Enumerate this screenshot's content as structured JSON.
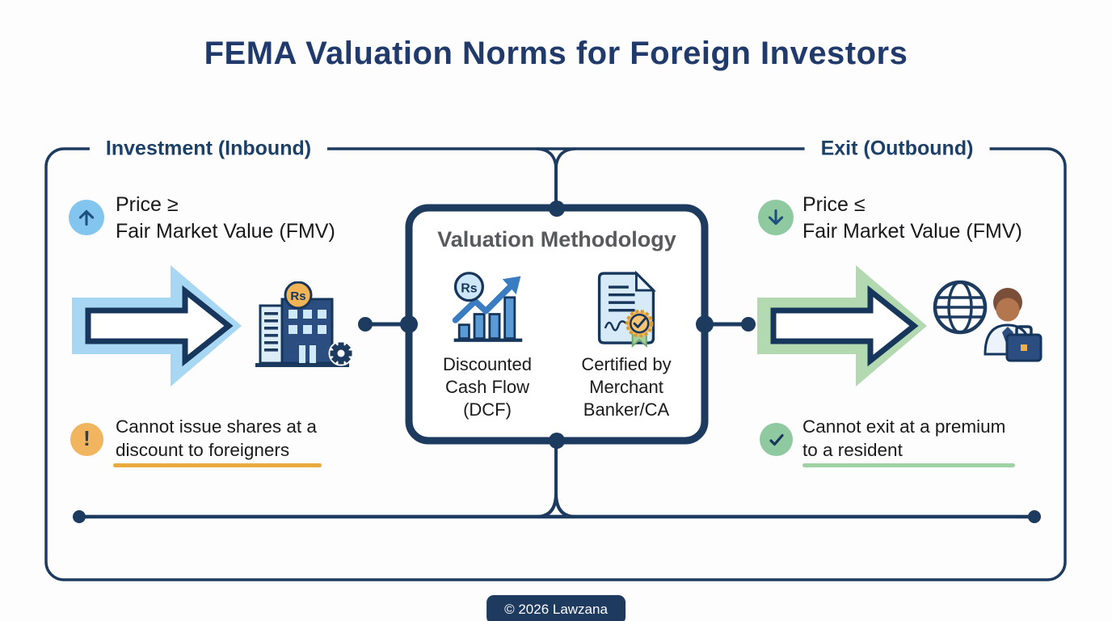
{
  "title": "FEMA Valuation Norms for Foreign Investors",
  "currency": "Rs",
  "inbound": {
    "header": "Investment (Inbound)",
    "price_line1": "Price ≥",
    "price_line2": "Fair Market Value (FMV)",
    "note_line1": "Cannot issue shares at a",
    "note_line2": "discount to foreigners"
  },
  "outbound": {
    "header": "Exit (Outbound)",
    "price_line1": "Price ≤",
    "price_line2": "Fair Market Value (FMV)",
    "note_line1": "Cannot exit at a premium",
    "note_line2": "to a resident"
  },
  "methodology": {
    "header": "Valuation Methodology",
    "dcf": {
      "line1": "Discounted",
      "line2": "Cash Flow",
      "line3": "(DCF)"
    },
    "certified": {
      "line1": "Certified by",
      "line2": "Merchant",
      "line3": "Banker/CA"
    }
  },
  "footer": {
    "copyright": "© 2026 Lawzana"
  },
  "icons": {
    "inbound_price": "up-arrow-circle-icon",
    "inbound_flow": "big-right-arrow-blue-icon",
    "inbound_target": "company-building-rupee-gear-icon",
    "inbound_note": "exclamation-warning-icon",
    "methodology_dcf": "rupee-growth-chart-icon",
    "methodology_cert": "certificate-seal-icon",
    "outbound_price": "down-arrow-circle-icon",
    "outbound_flow": "big-right-arrow-green-icon",
    "outbound_target": "globe-investor-briefcase-icon",
    "outbound_note": "check-circle-icon"
  },
  "colors": {
    "navy": "#1d3a5f",
    "title_navy": "#1f3a6b",
    "arrow_blue": "#a7d7f3",
    "arrow_green": "#b3d9b1",
    "circle_blue": "#82c5ee",
    "circle_green": "#8fc9a0",
    "orange": "#f0b55e",
    "underline_orange": "#e9ab40",
    "underline_green": "#9ed2a2",
    "badge_bg": "#1e3a5f"
  }
}
